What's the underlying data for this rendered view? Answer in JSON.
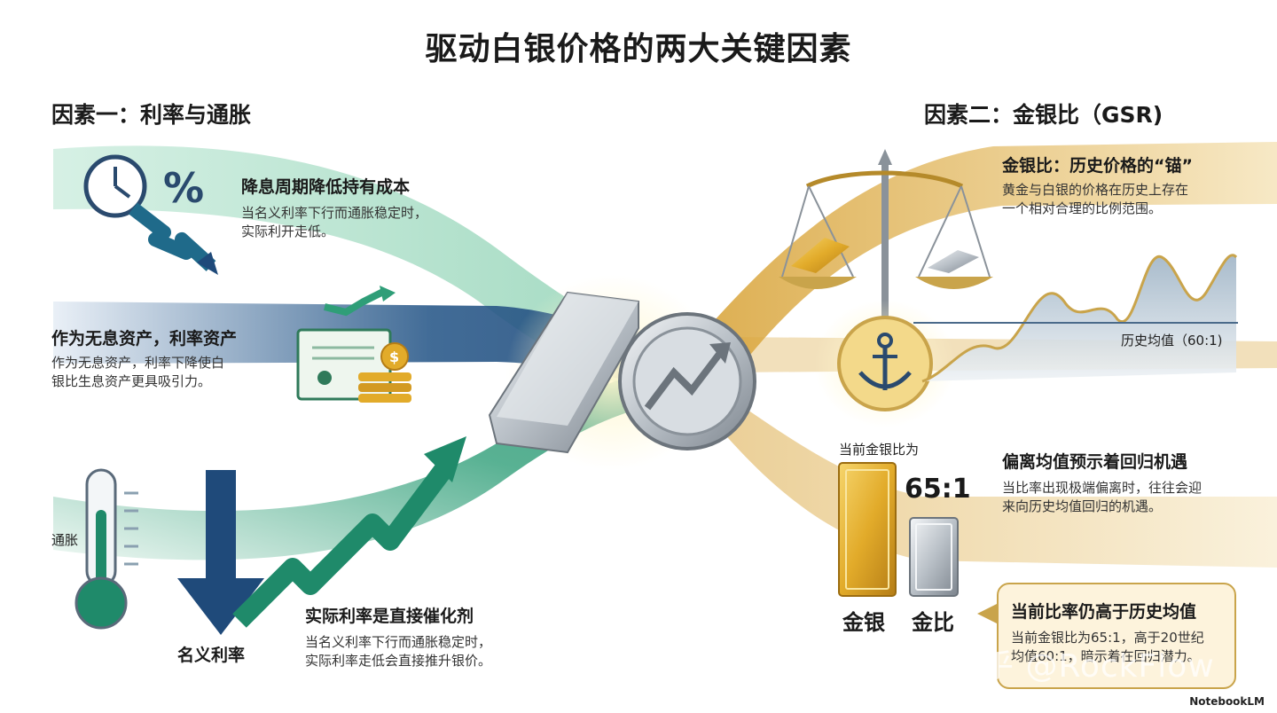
{
  "title": "驱动白银价格的两大关键因素",
  "factor1": {
    "title": "因素一：利率与通胀",
    "item1": {
      "heading": "降息周期降低持有成本",
      "line1": "当名义利率下行而通胀稳定时，",
      "line2": "实际利开走低。"
    },
    "item2": {
      "heading": "作为无息资产，利率资产",
      "line1": "作为无息资产，利率下降使白",
      "line2": "银比生息资产更具吸引力。"
    },
    "item3": {
      "heading": "实际利率是直接催化剂",
      "line1": "当名义利率下行而通胀稳定时，",
      "line2": "实际利率走低会直接推升银价。"
    },
    "labels": {
      "inflation": "通胀",
      "nominal_rate": "名义利率"
    }
  },
  "factor2": {
    "title": "因素二：金银比（GSR)",
    "item1": {
      "heading": "金银比：历史价格的“锚”",
      "line1": "黄金与白银的价格在历史上存在",
      "line2": "一个相对合理的比例范围。"
    },
    "chart_label": "历史均值（60:1)",
    "current_label": "当前金银比为",
    "current_ratio": "65:1",
    "item2": {
      "heading": "偏离均值预示着回归机遇",
      "line1": "当比率出现极端偏离时，往往会迎",
      "line2": "来向历史均值回归的机遇。"
    },
    "bars": {
      "left_label": "金银",
      "right_label": "金比"
    },
    "callout": {
      "heading": "当前比率仍高于历史均值",
      "line1": "当前金银比为65:1，高于20世纪",
      "line2": "均值60:1，暗示着在回归潜力。"
    }
  },
  "watermark": "知乎 @RockFlow",
  "footer": "NotebookLM",
  "colors": {
    "teal": "#1f8a6a",
    "navy": "#1f4a7a",
    "gold": "#d9a53c",
    "silver": "#b9c0c7"
  }
}
